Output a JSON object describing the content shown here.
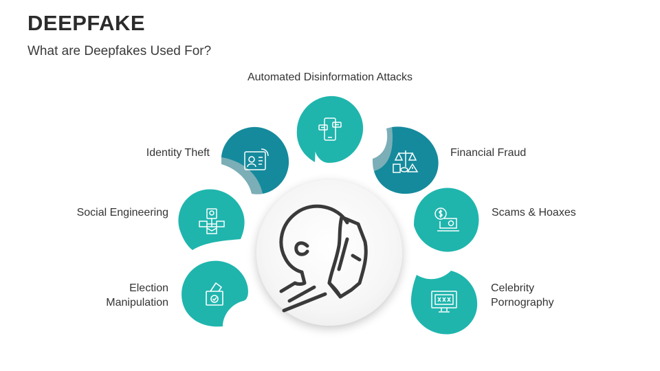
{
  "header": {
    "title": "DEEPFAKE",
    "subtitle": "What are Deepfakes Used For?"
  },
  "colors": {
    "teal_light": "#1fb5ad",
    "teal_dark": "#158a9c",
    "icon_stroke": "#ffffff",
    "center_figure": "#3a3a3a"
  },
  "nodes": [
    {
      "label": "Election Manipulation",
      "line1": "Election",
      "line2": "Manipulation",
      "icon": "ballot-box-icon"
    },
    {
      "label": "Social Engineering",
      "icon": "network-people-icon"
    },
    {
      "label": "Identity Theft",
      "icon": "id-card-fingerprint-icon"
    },
    {
      "label": "Automated Disinformation Attacks",
      "icon": "smartphone-chat-icon"
    },
    {
      "label": "Financial Fraud",
      "icon": "scales-money-warning-icon"
    },
    {
      "label": "Scams & Hoaxes",
      "icon": "laptop-dollar-skull-icon"
    },
    {
      "label": "Celebrity Pornography",
      "line1": "Celebrity",
      "line2": "Pornography",
      "icon": "monitor-xxx-icon"
    }
  ],
  "center": {
    "icon": "face-mask-person-icon"
  }
}
